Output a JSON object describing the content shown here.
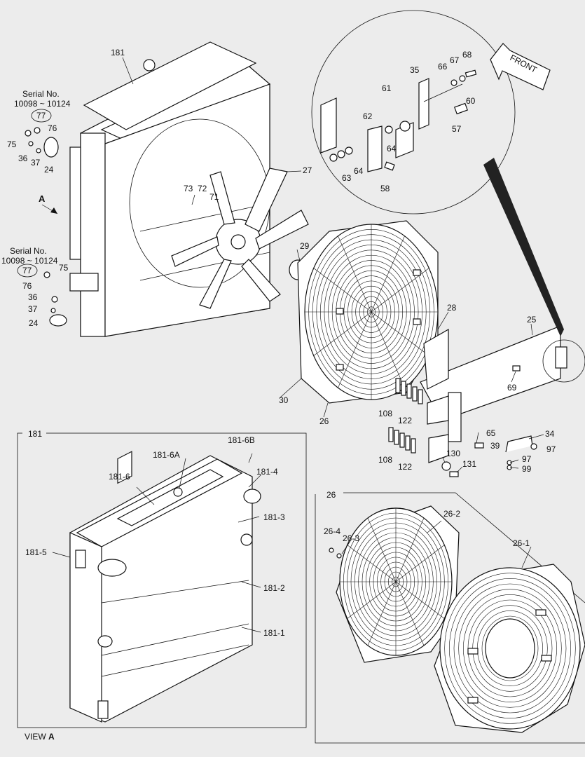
{
  "main": {
    "serial_label_1": "Serial No.",
    "serial_range_1": "10098 ~ 10124",
    "serial_label_2": "Serial No.",
    "serial_range_2": "10098 ~ 10124",
    "arrow_a": "A",
    "front": "FRONT"
  },
  "labels": [
    {
      "id": "181",
      "text": "181"
    },
    {
      "id": "27",
      "text": "27"
    },
    {
      "id": "73",
      "text": "73"
    },
    {
      "id": "72",
      "text": "72"
    },
    {
      "id": "71",
      "text": "71"
    },
    {
      "id": "29",
      "text": "29"
    },
    {
      "id": "28",
      "text": "28"
    },
    {
      "id": "25",
      "text": "25"
    },
    {
      "id": "69",
      "text": "69"
    },
    {
      "id": "30",
      "text": "30"
    },
    {
      "id": "26a",
      "text": "26"
    },
    {
      "id": "108a",
      "text": "108"
    },
    {
      "id": "122a",
      "text": "122"
    },
    {
      "id": "108b",
      "text": "108"
    },
    {
      "id": "122b",
      "text": "122"
    },
    {
      "id": "65",
      "text": "65"
    },
    {
      "id": "39",
      "text": "39"
    },
    {
      "id": "34",
      "text": "34"
    },
    {
      "id": "97a",
      "text": "97"
    },
    {
      "id": "97b",
      "text": "97"
    },
    {
      "id": "99",
      "text": "99"
    },
    {
      "id": "130",
      "text": "130"
    },
    {
      "id": "131",
      "text": "131"
    },
    {
      "id": "77a",
      "text": "77"
    },
    {
      "id": "76a",
      "text": "76"
    },
    {
      "id": "75a",
      "text": "75"
    },
    {
      "id": "36a",
      "text": "36"
    },
    {
      "id": "37a",
      "text": "37"
    },
    {
      "id": "24a",
      "text": "24"
    },
    {
      "id": "77b",
      "text": "77"
    },
    {
      "id": "75b",
      "text": "75"
    },
    {
      "id": "76b",
      "text": "76"
    },
    {
      "id": "36b",
      "text": "36"
    },
    {
      "id": "37b",
      "text": "37"
    },
    {
      "id": "24b",
      "text": "24"
    },
    {
      "id": "35",
      "text": "35"
    },
    {
      "id": "66",
      "text": "66"
    },
    {
      "id": "67",
      "text": "67"
    },
    {
      "id": "68",
      "text": "68"
    },
    {
      "id": "61",
      "text": "61"
    },
    {
      "id": "60",
      "text": "60"
    },
    {
      "id": "62",
      "text": "62"
    },
    {
      "id": "57",
      "text": "57"
    },
    {
      "id": "64a",
      "text": "64"
    },
    {
      "id": "64b",
      "text": "64"
    },
    {
      "id": "63",
      "text": "63"
    },
    {
      "id": "58",
      "text": "58"
    }
  ],
  "view_a": {
    "frame_label": "181",
    "title_prefix": "VIEW ",
    "title_letter": "A",
    "labels": [
      {
        "id": "181-6B",
        "text": "181-6B"
      },
      {
        "id": "181-6A",
        "text": "181-6A"
      },
      {
        "id": "181-4",
        "text": "181-4"
      },
      {
        "id": "181-6",
        "text": "181-6"
      },
      {
        "id": "181-3",
        "text": "181-3"
      },
      {
        "id": "181-5",
        "text": "181-5"
      },
      {
        "id": "181-2",
        "text": "181-2"
      },
      {
        "id": "181-1",
        "text": "181-1"
      }
    ]
  },
  "detail_26": {
    "frame_label": "26",
    "labels": [
      {
        "id": "26-2",
        "text": "26-2"
      },
      {
        "id": "26-4",
        "text": "26-4"
      },
      {
        "id": "26-3",
        "text": "26-3"
      },
      {
        "id": "26-1",
        "text": "26-1"
      }
    ]
  }
}
